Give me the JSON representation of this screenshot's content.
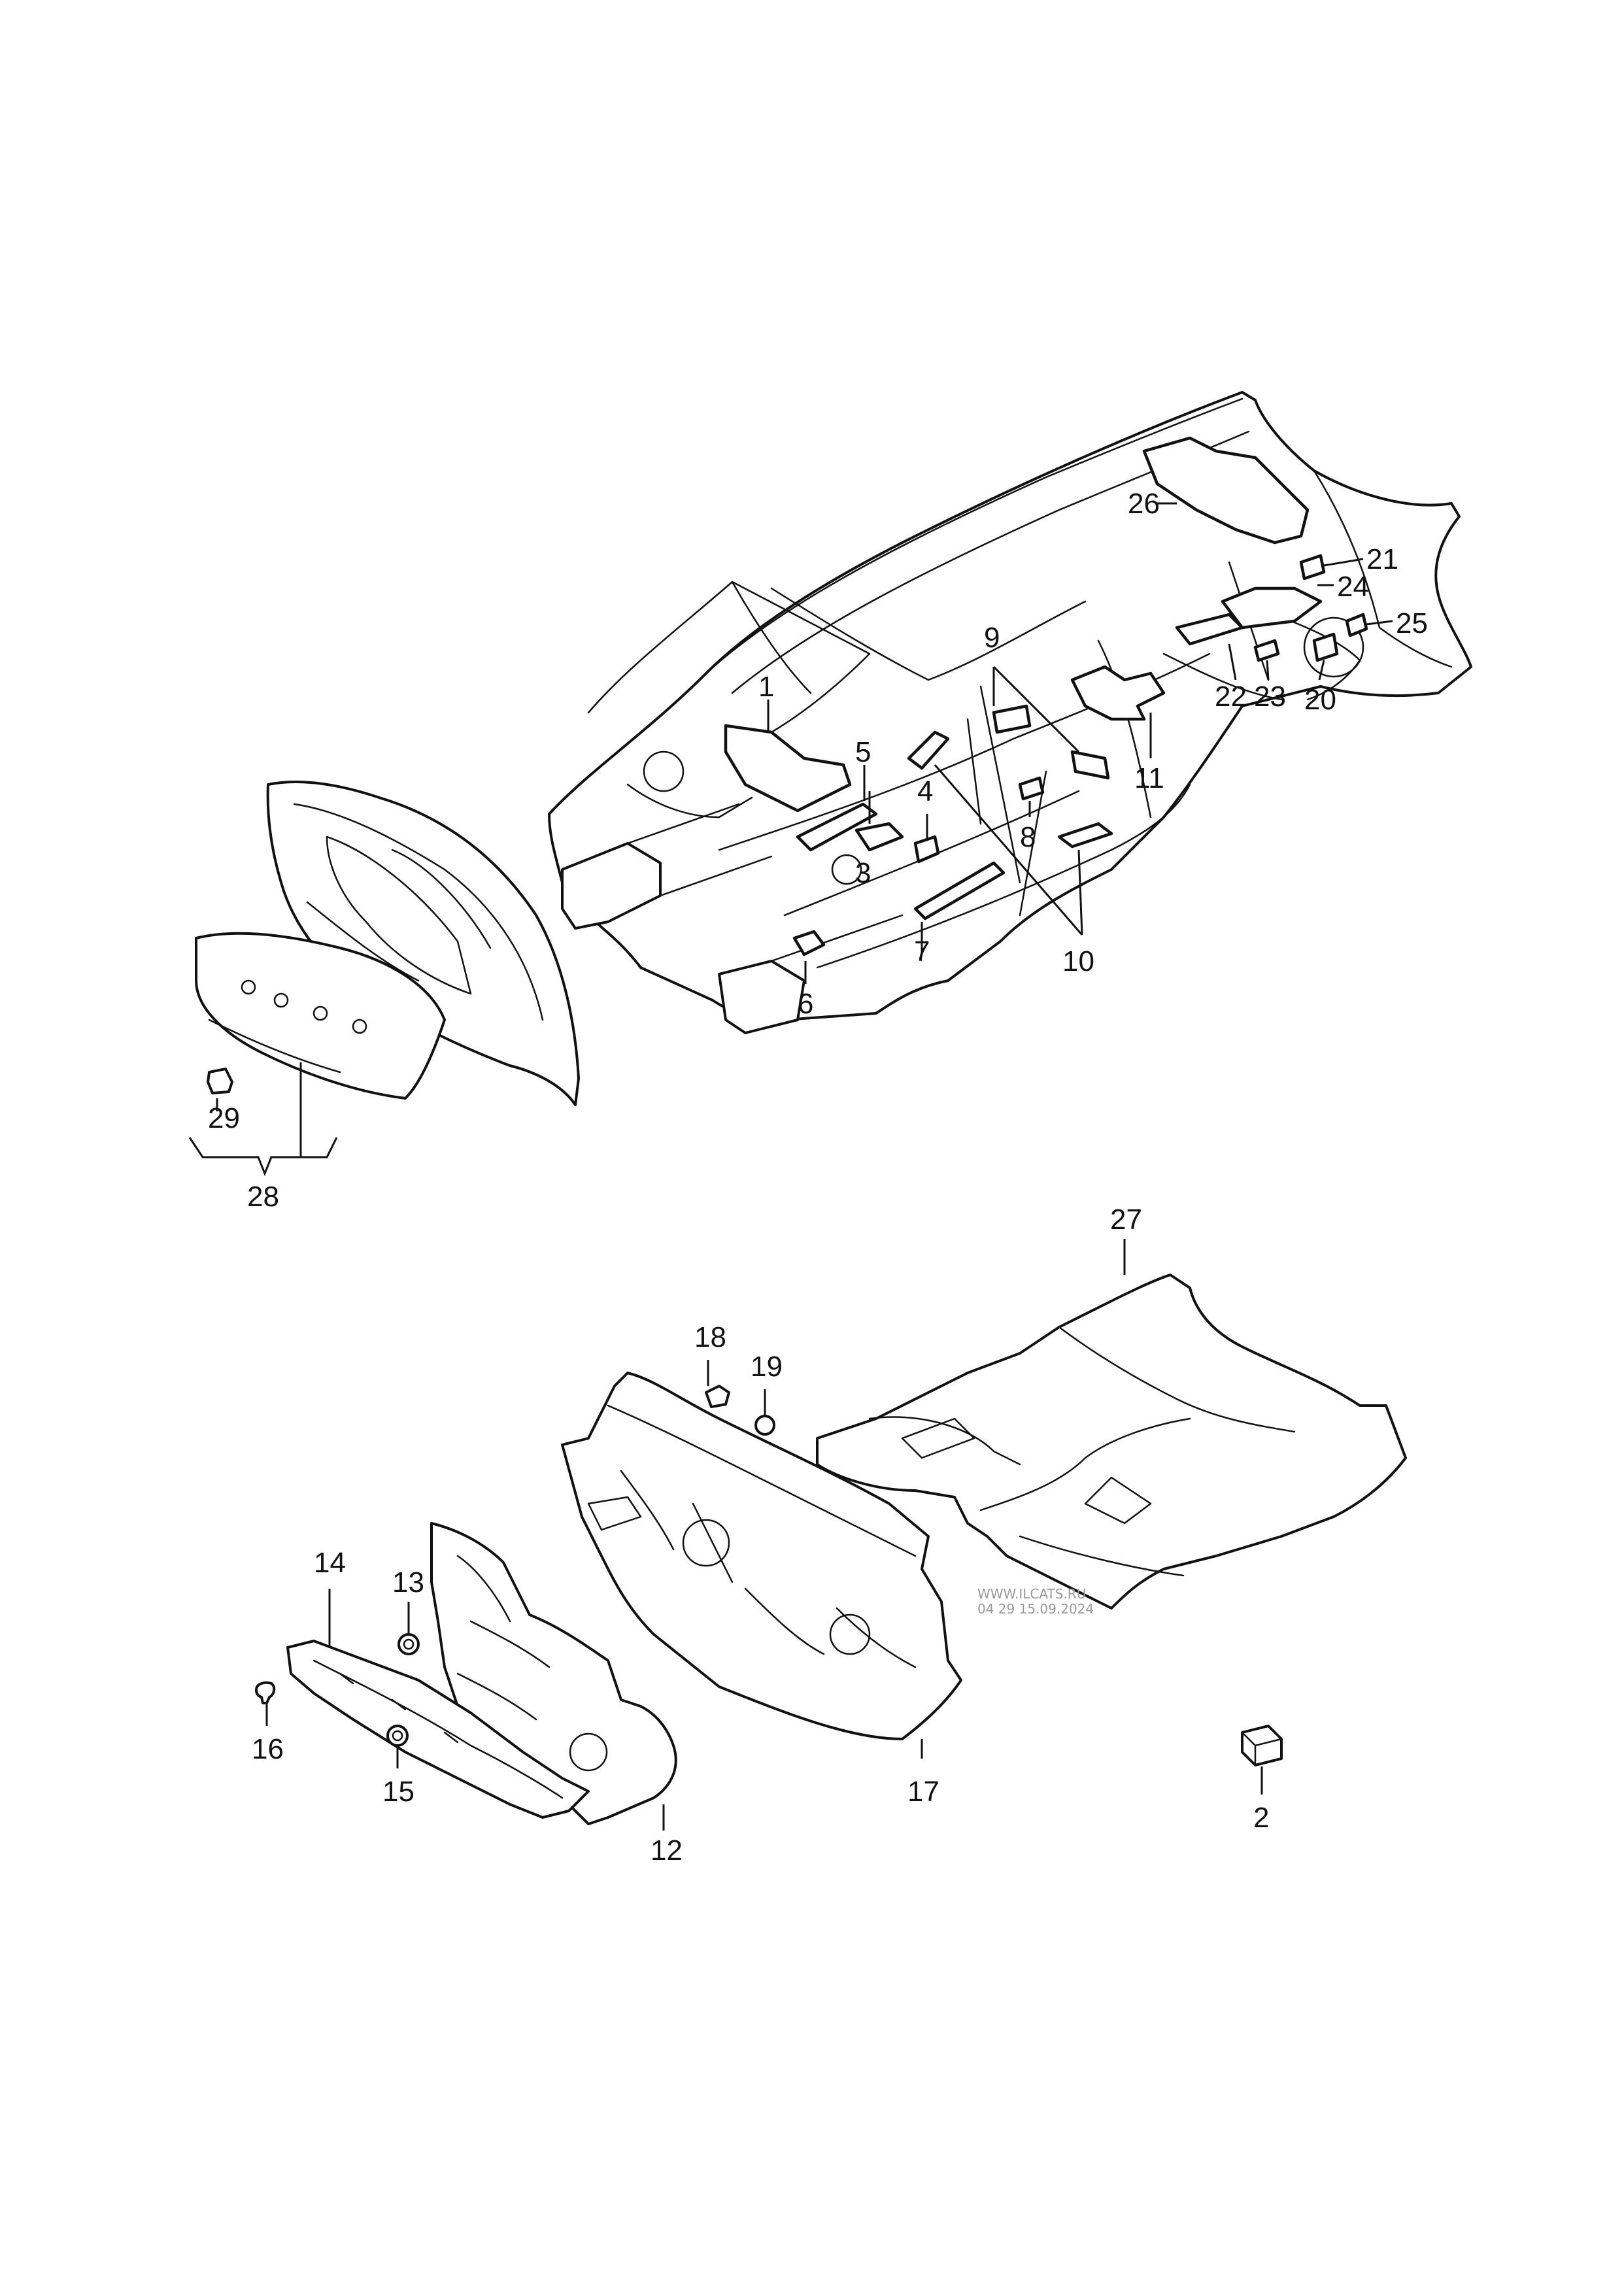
{
  "callouts": [
    {
      "id": "1",
      "label": "1"
    },
    {
      "id": "2",
      "label": "2"
    },
    {
      "id": "3",
      "label": "3"
    },
    {
      "id": "4",
      "label": "4"
    },
    {
      "id": "5",
      "label": "5"
    },
    {
      "id": "6",
      "label": "6"
    },
    {
      "id": "7",
      "label": "7"
    },
    {
      "id": "8",
      "label": "8"
    },
    {
      "id": "9",
      "label": "9"
    },
    {
      "id": "10",
      "label": "10"
    },
    {
      "id": "11",
      "label": "11"
    },
    {
      "id": "12",
      "label": "12"
    },
    {
      "id": "13",
      "label": "13"
    },
    {
      "id": "14",
      "label": "14"
    },
    {
      "id": "15",
      "label": "15"
    },
    {
      "id": "16",
      "label": "16"
    },
    {
      "id": "17",
      "label": "17"
    },
    {
      "id": "18",
      "label": "18"
    },
    {
      "id": "19",
      "label": "19"
    },
    {
      "id": "20",
      "label": "20"
    },
    {
      "id": "21",
      "label": "21"
    },
    {
      "id": "22",
      "label": "22"
    },
    {
      "id": "23",
      "label": "23"
    },
    {
      "id": "24",
      "label": "24"
    },
    {
      "id": "25",
      "label": "25"
    },
    {
      "id": "26",
      "label": "26"
    },
    {
      "id": "27",
      "label": "27"
    },
    {
      "id": "28",
      "label": "28"
    },
    {
      "id": "29",
      "label": "29"
    }
  ],
  "watermark": {
    "line1": "WWW.ILCATS.RU",
    "line2": "04 29 15.09.2024"
  },
  "colors": {
    "line": "#111111",
    "background": "#ffffff",
    "watermark": "#9a9a9a"
  }
}
